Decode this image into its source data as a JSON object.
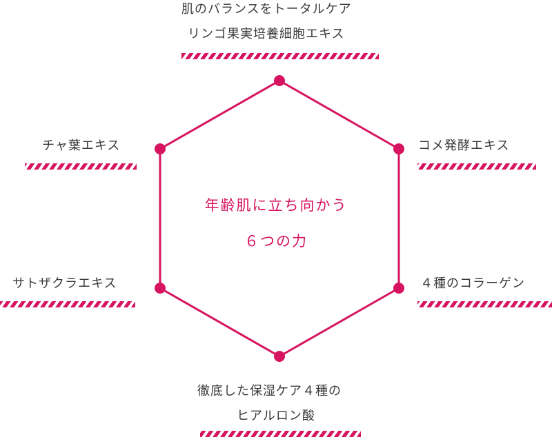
{
  "colors": {
    "accent": "#d6145f",
    "text": "#3a3a3a",
    "background": "#ffffff"
  },
  "center": {
    "line1": "年齢肌に立ち向かう",
    "line2": "６つの力"
  },
  "ingredients": {
    "top": {
      "line1": "肌のバランスをトータルケア",
      "line2": "リンゴ果実培養細胞エキス"
    },
    "upper_left": {
      "line1": "チャ葉エキス"
    },
    "upper_right": {
      "line1": "コメ発酵エキス"
    },
    "lower_left": {
      "line1": "サトザクラエキス"
    },
    "lower_right": {
      "line1": "４種のコラーゲン"
    },
    "bottom": {
      "line1": "徹底した保湿ケア４種の",
      "line2": "ヒアルロン酸"
    }
  }
}
